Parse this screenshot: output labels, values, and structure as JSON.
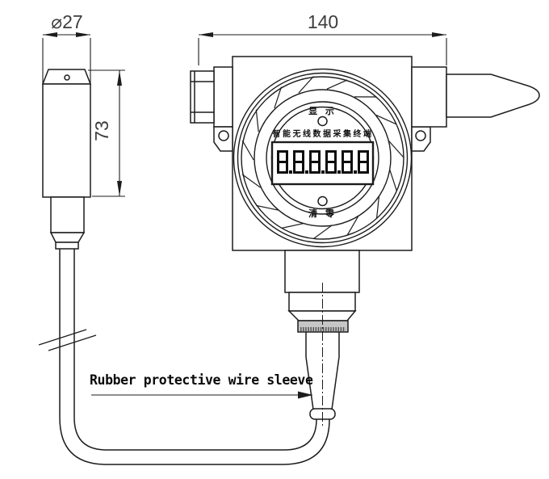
{
  "drawing": {
    "dimensions": {
      "probe_diameter": "⌀27",
      "probe_length": "73",
      "body_width": "140"
    },
    "device_face": {
      "top_button_label": "显 示",
      "title": "智能无线数据采集终端",
      "display_value": "8.8.8.8.8.8",
      "bottom_button_label": "清 零"
    },
    "annotation": {
      "wire_sleeve_label": "Rubber protective wire sleeve"
    },
    "colors": {
      "line": "#1c1c1c",
      "dim_text": "#3d3d3d",
      "knurled_band_fill": "#c6c6c6"
    }
  }
}
